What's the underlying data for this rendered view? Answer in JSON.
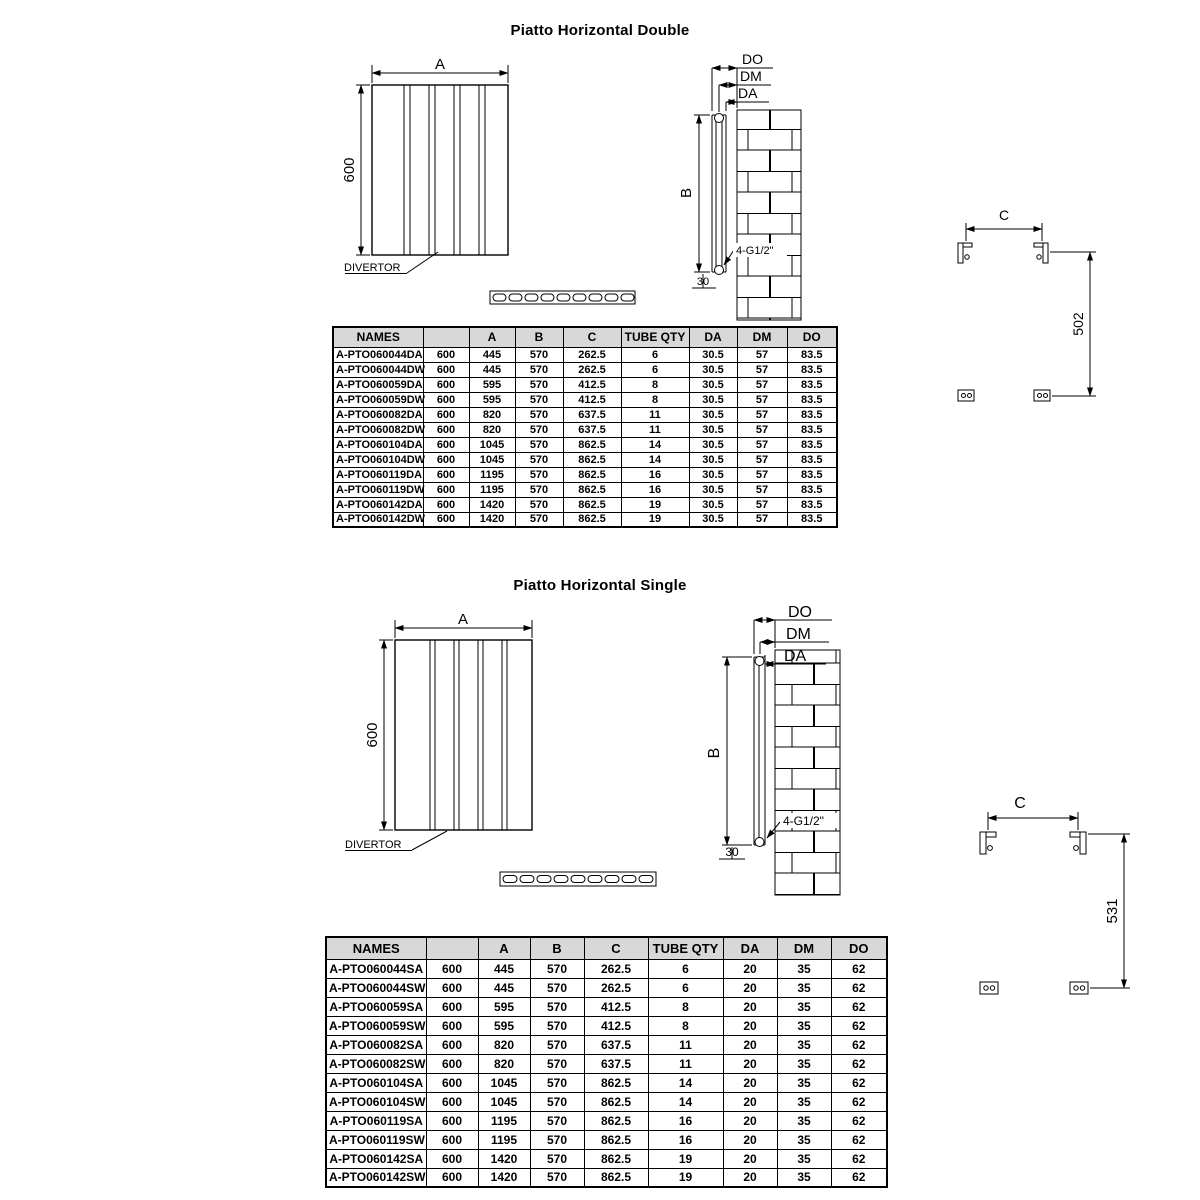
{
  "page": {
    "background": "#ffffff",
    "line_color": "#000000",
    "table_header_bg": "#d8d8d8"
  },
  "double": {
    "title": "Piatto Horizontal Double",
    "front_view": {
      "width_label": "A",
      "height_label": "600",
      "divertor_label": "DIVERTOR"
    },
    "side_view": {
      "do_label": "DO",
      "dm_label": "DM",
      "da_label": "DA",
      "height_label": "B",
      "bottom_offset_label": "30",
      "fitting_label": "4-G1/2\""
    },
    "bracket_view": {
      "spacing_label": "C",
      "height_label": "502"
    },
    "table": {
      "headers": [
        "NAMES",
        "",
        "A",
        "B",
        "C",
        "TUBE QTY",
        "DA",
        "DM",
        "DO"
      ],
      "rows": [
        [
          "A-PTO060044DA",
          "600",
          "445",
          "570",
          "262.5",
          "6",
          "30.5",
          "57",
          "83.5"
        ],
        [
          "A-PTO060044DW",
          "600",
          "445",
          "570",
          "262.5",
          "6",
          "30.5",
          "57",
          "83.5"
        ],
        [
          "A-PTO060059DA",
          "600",
          "595",
          "570",
          "412.5",
          "8",
          "30.5",
          "57",
          "83.5"
        ],
        [
          "A-PTO060059DW",
          "600",
          "595",
          "570",
          "412.5",
          "8",
          "30.5",
          "57",
          "83.5"
        ],
        [
          "A-PTO060082DA",
          "600",
          "820",
          "570",
          "637.5",
          "11",
          "30.5",
          "57",
          "83.5"
        ],
        [
          "A-PTO060082DW",
          "600",
          "820",
          "570",
          "637.5",
          "11",
          "30.5",
          "57",
          "83.5"
        ],
        [
          "A-PTO060104DA",
          "600",
          "1045",
          "570",
          "862.5",
          "14",
          "30.5",
          "57",
          "83.5"
        ],
        [
          "A-PTO060104DW",
          "600",
          "1045",
          "570",
          "862.5",
          "14",
          "30.5",
          "57",
          "83.5"
        ],
        [
          "A-PTO060119DA",
          "600",
          "1195",
          "570",
          "862.5",
          "16",
          "30.5",
          "57",
          "83.5"
        ],
        [
          "A-PTO060119DW",
          "600",
          "1195",
          "570",
          "862.5",
          "16",
          "30.5",
          "57",
          "83.5"
        ],
        [
          "A-PTO060142DA",
          "600",
          "1420",
          "570",
          "862.5",
          "19",
          "30.5",
          "57",
          "83.5"
        ],
        [
          "A-PTO060142DW",
          "600",
          "1420",
          "570",
          "862.5",
          "19",
          "30.5",
          "57",
          "83.5"
        ]
      ]
    }
  },
  "single": {
    "title": "Piatto Horizontal Single",
    "front_view": {
      "width_label": "A",
      "height_label": "600",
      "divertor_label": "DIVERTOR"
    },
    "side_view": {
      "do_label": "DO",
      "dm_label": "DM",
      "da_label": "DA",
      "height_label": "B",
      "bottom_offset_label": "30",
      "fitting_label": "4-G1/2\""
    },
    "bracket_view": {
      "spacing_label": "C",
      "height_label": "531"
    },
    "table": {
      "headers": [
        "NAMES",
        "",
        "A",
        "B",
        "C",
        "TUBE QTY",
        "DA",
        "DM",
        "DO"
      ],
      "rows": [
        [
          "A-PTO060044SA",
          "600",
          "445",
          "570",
          "262.5",
          "6",
          "20",
          "35",
          "62"
        ],
        [
          "A-PTO060044SW",
          "600",
          "445",
          "570",
          "262.5",
          "6",
          "20",
          "35",
          "62"
        ],
        [
          "A-PTO060059SA",
          "600",
          "595",
          "570",
          "412.5",
          "8",
          "20",
          "35",
          "62"
        ],
        [
          "A-PTO060059SW",
          "600",
          "595",
          "570",
          "412.5",
          "8",
          "20",
          "35",
          "62"
        ],
        [
          "A-PTO060082SA",
          "600",
          "820",
          "570",
          "637.5",
          "11",
          "20",
          "35",
          "62"
        ],
        [
          "A-PTO060082SW",
          "600",
          "820",
          "570",
          "637.5",
          "11",
          "20",
          "35",
          "62"
        ],
        [
          "A-PTO060104SA",
          "600",
          "1045",
          "570",
          "862.5",
          "14",
          "20",
          "35",
          "62"
        ],
        [
          "A-PTO060104SW",
          "600",
          "1045",
          "570",
          "862.5",
          "14",
          "20",
          "35",
          "62"
        ],
        [
          "A-PTO060119SA",
          "600",
          "1195",
          "570",
          "862.5",
          "16",
          "20",
          "35",
          "62"
        ],
        [
          "A-PTO060119SW",
          "600",
          "1195",
          "570",
          "862.5",
          "16",
          "20",
          "35",
          "62"
        ],
        [
          "A-PTO060142SA",
          "600",
          "1420",
          "570",
          "862.5",
          "19",
          "20",
          "35",
          "62"
        ],
        [
          "A-PTO060142SW",
          "600",
          "1420",
          "570",
          "862.5",
          "19",
          "20",
          "35",
          "62"
        ]
      ]
    }
  }
}
